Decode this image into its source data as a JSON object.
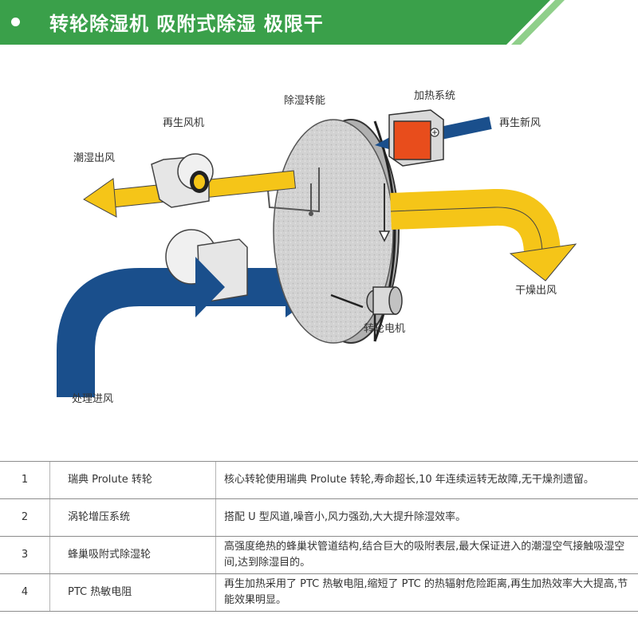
{
  "header": {
    "title": "转轮除湿机  吸附式除湿  极限干",
    "color": "#3aa04a"
  },
  "diagram": {
    "labels": {
      "rotor": "除湿转能",
      "heater": "加热系统",
      "regen_fan": "再生风机",
      "regen_fresh_air": "再生新风",
      "humid_outlet": "潮湿出风",
      "dry_outlet": "干燥出风",
      "rotor_motor": "转轮电机",
      "process_inlet": "处理进风"
    },
    "colors": {
      "process_air": "#1a4f8c",
      "regen_air": "#f5c518",
      "rotor": "#cfcfcf",
      "heater": "#e84d1c"
    }
  },
  "table": {
    "rows": [
      {
        "no": "1",
        "name": "瑞典 Prolute 转轮",
        "desc": "核心转轮使用瑞典 Prolute 转轮,寿命超长,10 年连续运转无故障,无干燥剂遗留。"
      },
      {
        "no": "2",
        "name": "涡轮增压系统",
        "desc": "搭配 U 型风道,噪音小,风力强劲,大大提升除湿效率。"
      },
      {
        "no": "3",
        "name": "蜂巢吸附式除湿轮",
        "desc": "高强度绝热的蜂巢状管道结构,结合巨大的吸附表层,最大保证进入的潮湿空气接触吸湿空间,达到除湿目的。"
      },
      {
        "no": "4",
        "name": "PTC 热敏电阻",
        "desc": "再生加热采用了 PTC 热敏电阻,缩短了 PTC 的热辐射危险距离,再生加热效率大大提高,节能效果明显。"
      }
    ]
  }
}
